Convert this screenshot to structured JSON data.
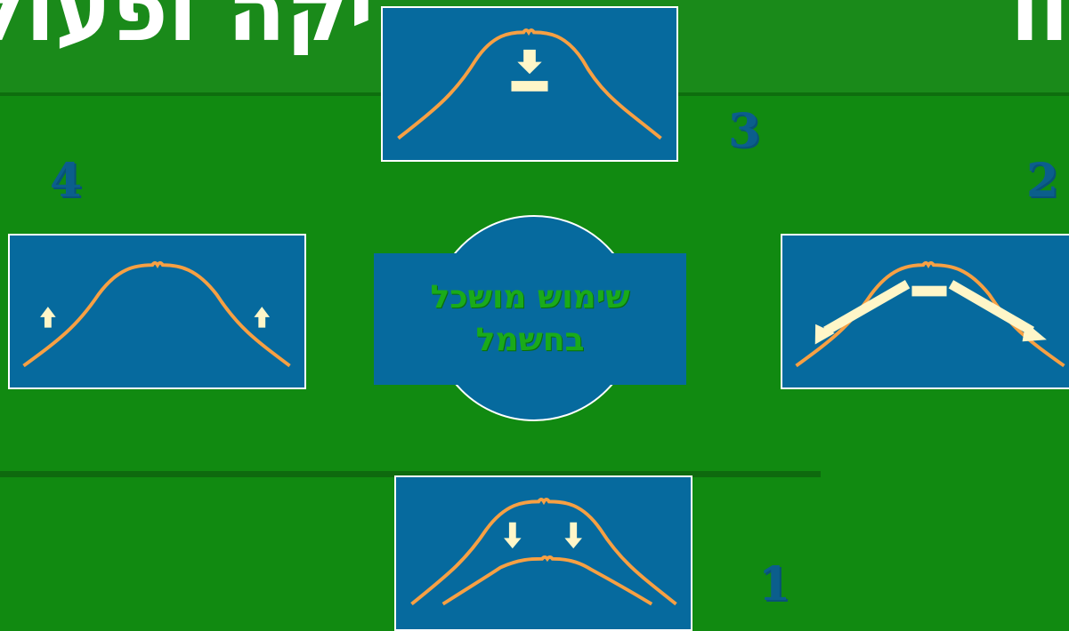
{
  "title_fragments": [
    "יקה ופעולות מודע",
    "וו"
  ],
  "center": {
    "line1": "שימוש מושכל",
    "line2": "בחשמל"
  },
  "steps": [
    {
      "number": "1",
      "description": "two downward arrows between an outer curve and a lower inner curve"
    },
    {
      "number": "2",
      "description": "two arrows pointing outward and down along the curve, with a bar at the peak"
    },
    {
      "number": "3",
      "description": "single downward arrow onto a bar under the peak"
    },
    {
      "number": "4",
      "description": "two upward arrows on the curve slopes"
    }
  ],
  "colors": {
    "background": "#118A11",
    "panel": "#066A9E",
    "curve": "#F7A043",
    "arrow": "#FFF6C8",
    "number": "#0B5E8C",
    "center_text": "#1AAB1A"
  }
}
